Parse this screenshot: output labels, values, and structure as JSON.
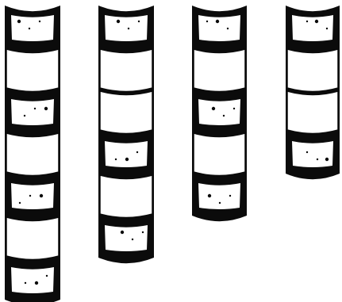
{
  "colors": {
    "ink": "#0b0b0b",
    "paper": "#ffffff"
  },
  "figure": {
    "columns": [
      {
        "id": "column-1",
        "cells": [
          "dark",
          "light",
          "dark",
          "light",
          "dark",
          "light",
          "dark"
        ]
      },
      {
        "id": "column-2",
        "cells": [
          "dark",
          "light",
          "light",
          "dark",
          "light",
          "dark"
        ]
      },
      {
        "id": "column-3",
        "cells": [
          "dark",
          "light",
          "dark",
          "light",
          "dark"
        ]
      },
      {
        "id": "column-4",
        "cells": [
          "dark",
          "light",
          "light",
          "dark"
        ]
      }
    ]
  }
}
